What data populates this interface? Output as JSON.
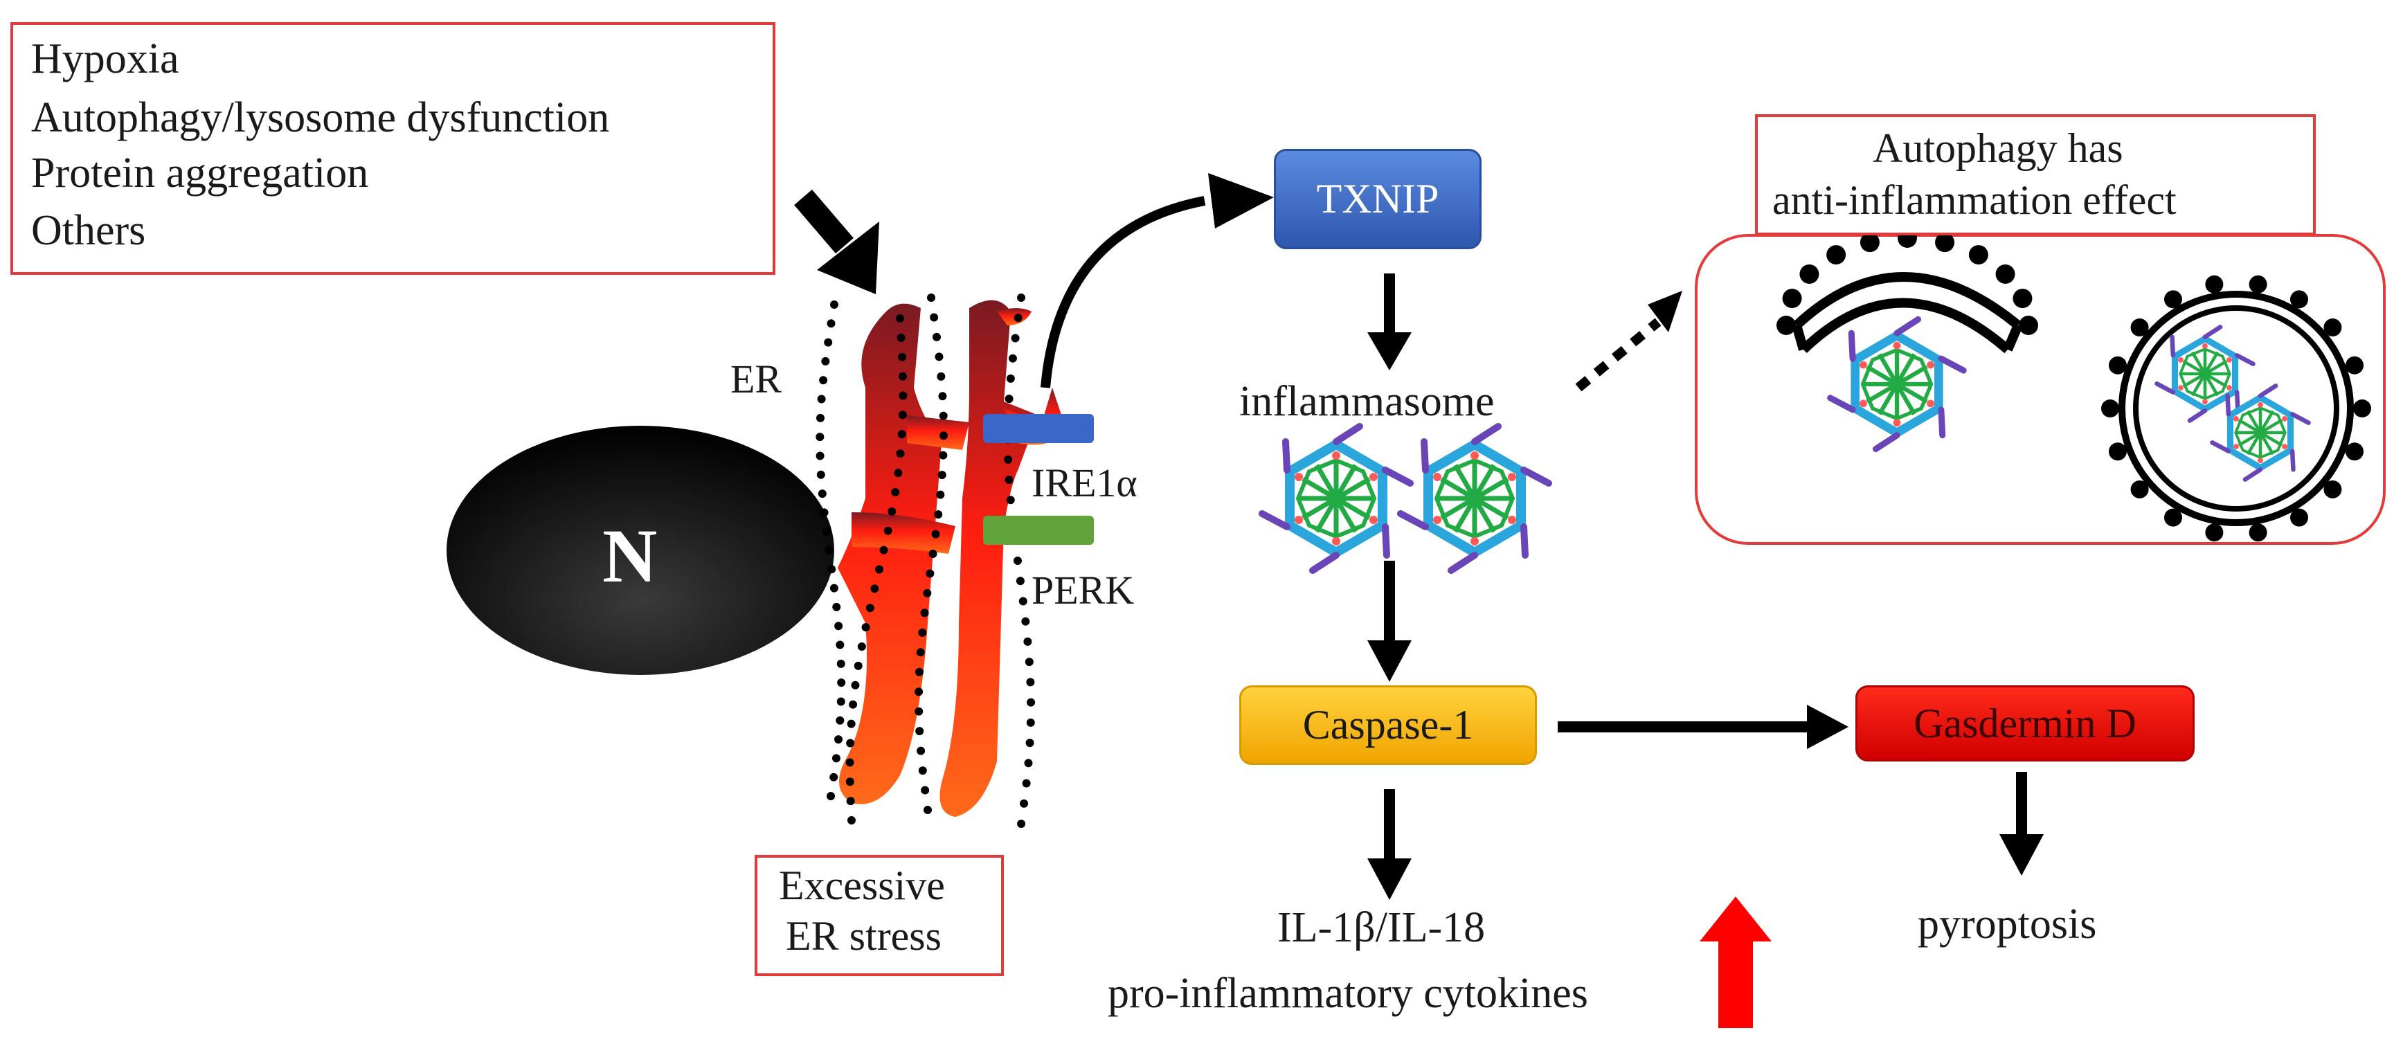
{
  "triggers": {
    "items": [
      "Hypoxia",
      "Autophagy/lysosome dysfunction",
      "Protein aggregation",
      "Others"
    ]
  },
  "er": {
    "label": "ER",
    "nucleus_label": "N",
    "ire1_label": "IRE1α",
    "perk_label": "PERK",
    "stress_line1": "Excessive",
    "stress_line2": "ER stress"
  },
  "pathway": {
    "txnip": "TXNIP",
    "inflammasome": "inflammasome",
    "caspase": "Caspase-1",
    "gasdermin": "Gasdermin D",
    "cytokines_line1": "IL-1β/IL-18",
    "cytokines_line2": "pro-inflammatory cytokines",
    "pyroptosis": "pyroptosis"
  },
  "autophagy": {
    "title_line1": "Autophagy has",
    "title_line2": "anti-inflammation effect"
  },
  "colors": {
    "box_border": "#e23b3b",
    "txnip": "#3f6fc4",
    "caspase": "#f5b400",
    "gasdermin": "#e00000",
    "ire1_bar": "#3b67c9",
    "perk_bar": "#5fa33a",
    "up_arrow": "#ff0000",
    "inflammasome_green": "#22aa44",
    "inflammasome_blue": "#2aa6dd",
    "inflammasome_purple": "#6a45b8"
  }
}
